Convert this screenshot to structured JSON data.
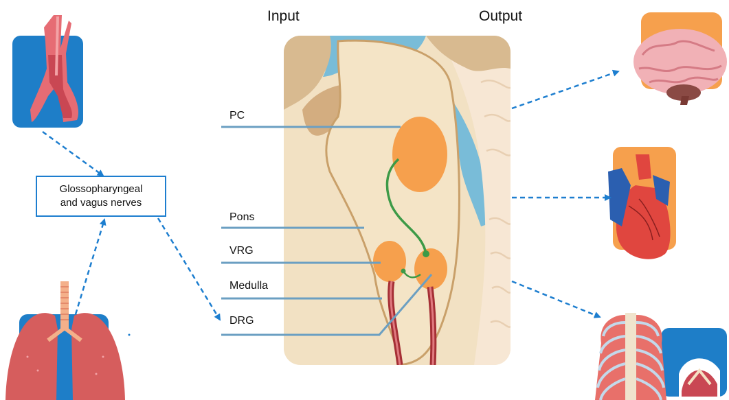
{
  "headers": {
    "input": "Input",
    "output": "Output"
  },
  "nerve_box": {
    "line1": "Glossopharyngeal",
    "line2": "and vagus nerves"
  },
  "labels": {
    "pc": "PC",
    "pons": "Pons",
    "vrg": "VRG",
    "medulla": "Medulla",
    "drg": "DRG"
  },
  "colors": {
    "arrow_blue": "#1d7ecf",
    "label_line": "#6b9fc2",
    "nucleus_orange": "#f6a04d",
    "brainstem": "#f5e6c8",
    "csf_blue": "#79bcd8",
    "green_path": "#3d9a47"
  },
  "icons": [
    "trachea-icon",
    "lungs-icon",
    "brain-icon",
    "heart-icon",
    "ribcage-icon",
    "diaphragm-icon"
  ]
}
